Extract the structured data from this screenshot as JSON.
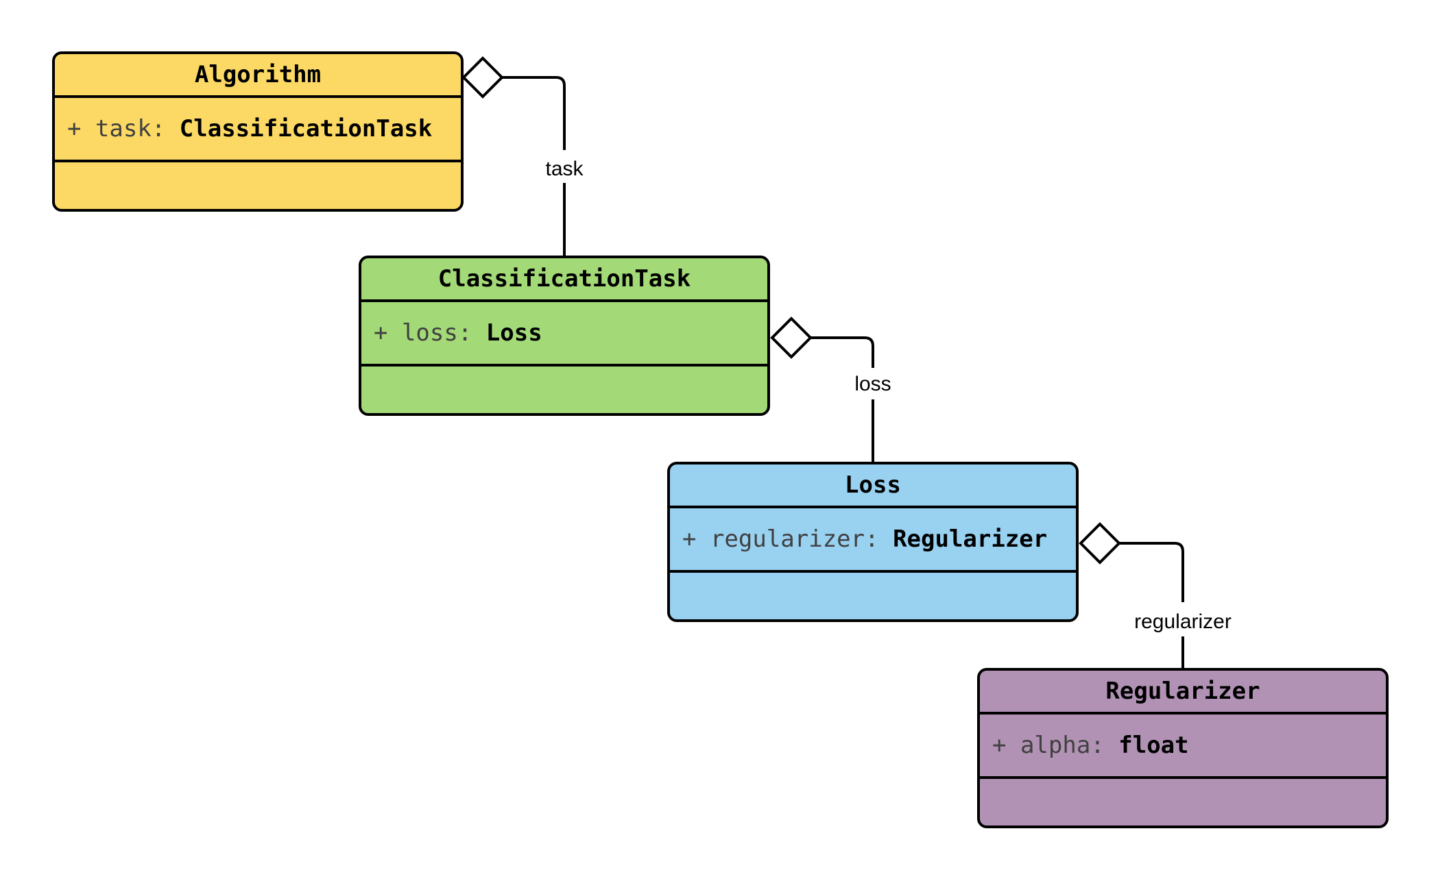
{
  "diagram": {
    "kind": "uml-class-diagram",
    "background_color": "#ffffff",
    "line_color": "#000000",
    "attr_name_color": "#404040",
    "attr_type_color": "#000000",
    "diamond_fill": "#ffffff",
    "classes": [
      {
        "name": "Algorithm",
        "attr_left": "+ task:",
        "attr_type": "ClassificationTask",
        "methods": [],
        "fill": "#FCD964"
      },
      {
        "name": "ClassificationTask",
        "attr_left": "+ loss:",
        "attr_type": "Loss",
        "methods": [],
        "fill": "#A3D977"
      },
      {
        "name": "Loss",
        "attr_left": "+ regularizer:",
        "attr_type": "Regularizer",
        "methods": [],
        "fill": "#99D1F1"
      },
      {
        "name": "Regularizer",
        "attr_left": "+ alpha:",
        "attr_type": "float",
        "methods": [],
        "fill": "#B192B4"
      }
    ],
    "relations": [
      {
        "label": "task",
        "from": "Algorithm",
        "to": "ClassificationTask",
        "type": "aggregation"
      },
      {
        "label": "loss",
        "from": "ClassificationTask",
        "to": "Loss",
        "type": "aggregation"
      },
      {
        "label": "regularizer",
        "from": "Loss",
        "to": "Regularizer",
        "type": "aggregation"
      }
    ]
  }
}
